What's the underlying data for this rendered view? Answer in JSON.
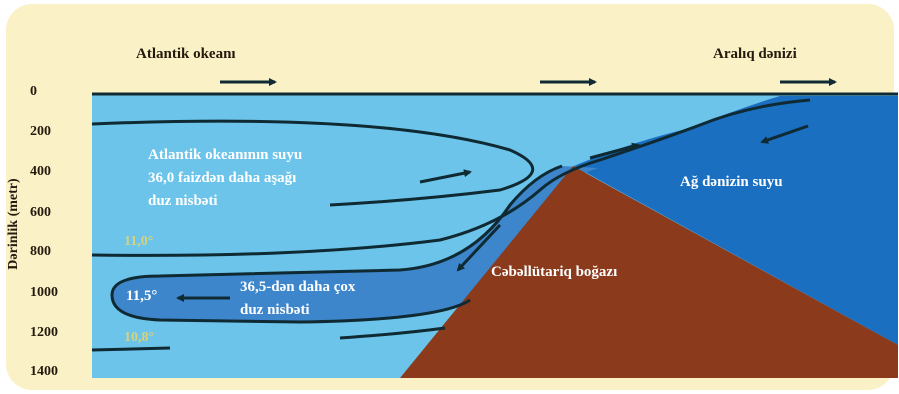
{
  "titles": {
    "atlantic": "Atlantik okeanı",
    "mediterranean": "Aralıq dənizi"
  },
  "y_axis": {
    "label": "Dərinlik (metr)",
    "ticks": [
      "0",
      "200",
      "400",
      "600",
      "800",
      "1000",
      "1200",
      "1400"
    ]
  },
  "labels": {
    "atlantic_water": [
      "Atlantik okeanının suyu",
      "36,0 faizdən daha aşağı",
      "duz nisbəti"
    ],
    "mediterranean_outflow": [
      "36,5-dən daha çox",
      "duz nisbəti"
    ],
    "white_sea_water": "Ağ dənizin suyu",
    "strait": "Cəbəllütariq boğazı",
    "temps": [
      "11,0°",
      "11,5°",
      "10,8°"
    ]
  },
  "colors": {
    "atlantic_water": "#6cc4ea",
    "outflow_water": "#3d86cc",
    "mediterranean_water": "#1a6fc0",
    "seabed": "#8b3a1c",
    "background": "#fbf1c6",
    "contour_line": "#0f2a33",
    "temperature_text": "#d8d27a"
  }
}
